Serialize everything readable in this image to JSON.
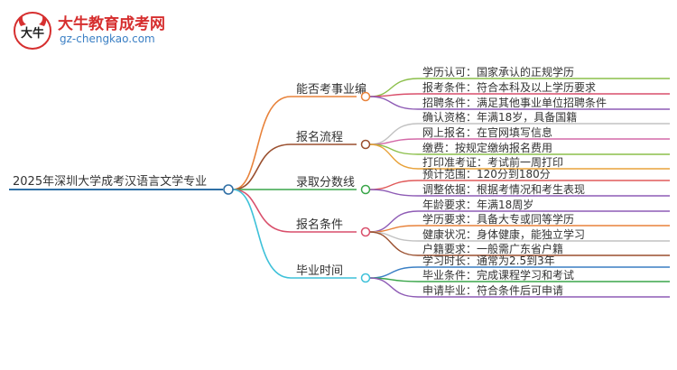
{
  "logo": {
    "title": "大牛教育成考网",
    "url_text": "gz-chengkao.com",
    "mark_text": "大牛"
  },
  "root": {
    "label": "2025年深圳大学成考汉语言文学专业",
    "color": "#2f6fa5"
  },
  "branches": [
    {
      "label": "能否考事业编",
      "color": "#e8823a",
      "children": [
        {
          "label": "学历认可：国家承认的正规学历",
          "color": "#8bbf4a"
        },
        {
          "label": "报考条件：符合本科及以上学历要求",
          "color": "#d94f6b"
        },
        {
          "label": "招聘条件：满足其他事业单位招聘条件",
          "color": "#8e5bb5"
        }
      ]
    },
    {
      "label": "报名流程",
      "color": "#9a4f2e",
      "children": [
        {
          "label": "确认资格：年满18岁，具备国籍",
          "color": "#c2c2c2"
        },
        {
          "label": "网上报名：在官网填写信息",
          "color": "#d46aa8"
        },
        {
          "label": "缴费：按规定缴纳报名费用",
          "color": "#8bbf4a"
        },
        {
          "label": "打印准考证：考试前一周打印",
          "color": "#e8a23a"
        }
      ]
    },
    {
      "label": "录取分数线",
      "color": "#3aa64a",
      "children": [
        {
          "label": "预计范围：120分到180分",
          "color": "#e05a5a"
        },
        {
          "label": "调整依据：根据考情况和考生表现",
          "color": "#8e5bb5"
        }
      ]
    },
    {
      "label": "报名条件",
      "color": "#d94f6b",
      "children": [
        {
          "label": "年龄要求：年满18周岁",
          "color": "#8e5bb5"
        },
        {
          "label": "学历要求：具备大专或同等学历",
          "color": "#e8823a"
        },
        {
          "label": "健康状况：身体健康，能独立学习",
          "color": "#c2c2c2"
        },
        {
          "label": "户籍要求：一般需广东省户籍",
          "color": "#9a4f2e"
        }
      ]
    },
    {
      "label": "毕业时间",
      "color": "#3ec1d9",
      "children": [
        {
          "label": "学习时长：通常为2.5到3年",
          "color": "#3a7fc4"
        },
        {
          "label": "毕业条件：完成课程学习和考试",
          "color": "#3aa64a"
        },
        {
          "label": "申请毕业：符合条件后可申请",
          "color": "#8e5bb5"
        }
      ]
    }
  ]
}
